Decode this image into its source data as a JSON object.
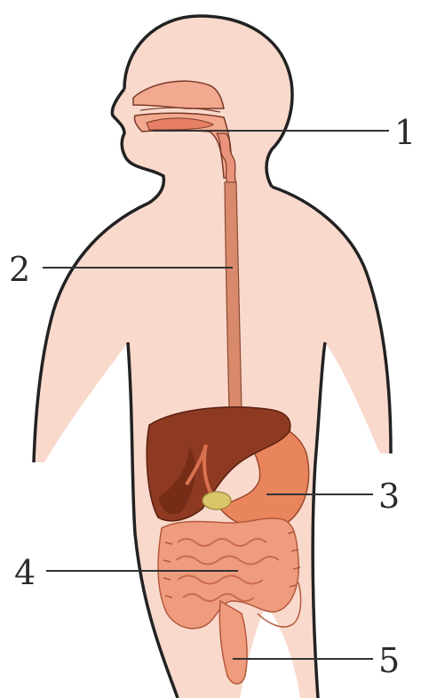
{
  "colors": {
    "skin": "#f9d9cc",
    "outline": "#222222",
    "mouth_lining": "#f2a98f",
    "esophagus": "#d98a6c",
    "liver": "#8e3a22",
    "liver_shadow": "#6d2614",
    "stomach": "#e9855c",
    "gallbladder": "#d9c56a",
    "intestine": "#ef9c7e",
    "intestine_dark": "#c96a4c",
    "leader_line": "#333333"
  },
  "callouts": [
    {
      "id": "1",
      "label": "1"
    },
    {
      "id": "2",
      "label": "2"
    },
    {
      "id": "3",
      "label": "3"
    },
    {
      "id": "4",
      "label": "4"
    },
    {
      "id": "5",
      "label": "5"
    }
  ]
}
